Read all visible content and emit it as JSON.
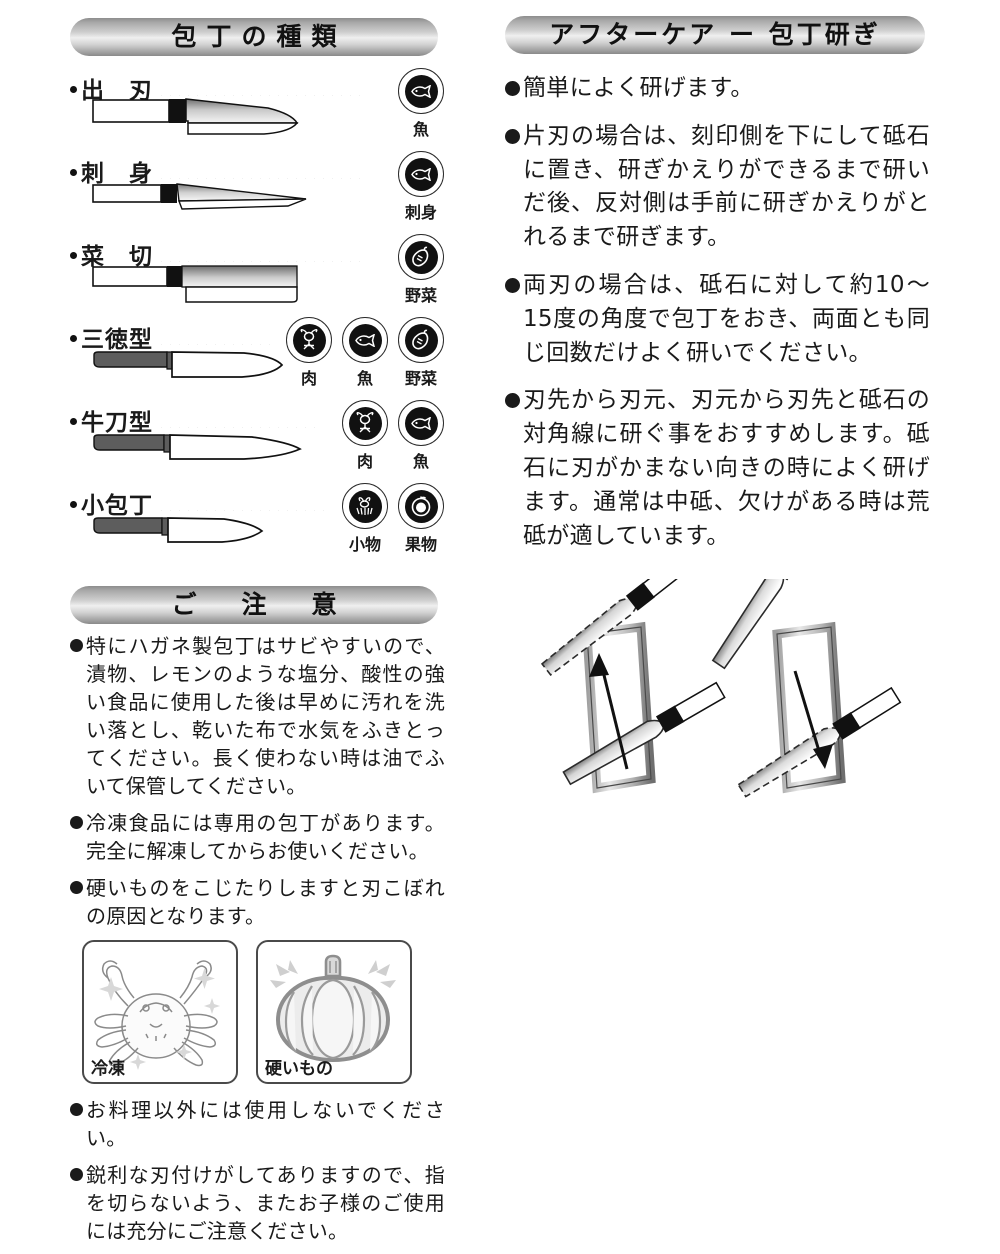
{
  "sections": {
    "knife_types": {
      "title": "包丁の種類",
      "rows": [
        {
          "name": "出　刃",
          "leader": "dotted",
          "knife_style": "deba",
          "icons": [
            {
              "icon": "fish-icon",
              "caption": "魚"
            }
          ]
        },
        {
          "name": "刺　身",
          "leader": "dotted",
          "knife_style": "sashimi",
          "icons": [
            {
              "icon": "fish-icon",
              "caption": "刺身"
            }
          ]
        },
        {
          "name": "菜　切",
          "leader": "dotted",
          "knife_style": "nakiri",
          "icons": [
            {
              "icon": "vegetable-icon",
              "caption": "野菜"
            }
          ]
        },
        {
          "name": "三徳型",
          "leader": "dotted",
          "knife_style": "santoku",
          "icons": [
            {
              "icon": "meat-icon",
              "caption": "肉"
            },
            {
              "icon": "fish-icon",
              "caption": "魚"
            },
            {
              "icon": "vegetable-icon",
              "caption": "野菜"
            }
          ]
        },
        {
          "name": "牛刀型",
          "leader": "dotted",
          "knife_style": "gyuto",
          "icons": [
            {
              "icon": "meat-icon",
              "caption": "肉"
            },
            {
              "icon": "fish-icon",
              "caption": "魚"
            }
          ]
        },
        {
          "name": "小包丁",
          "leader": "dotted",
          "knife_style": "petty",
          "icons": [
            {
              "icon": "small-items-icon",
              "caption": "小物"
            },
            {
              "icon": "fruit-icon",
              "caption": "果物"
            }
          ]
        }
      ]
    },
    "caution": {
      "title": "ご　注　意",
      "notes_top": [
        "特にハガネ製包丁はサビやすいので、漬物、レモンのような塩分、酸性の強い食品に使用した後は早めに汚れを洗い落とし、乾いた布で水気をふきとってください。長く使わない時は油でふいて保管してください。",
        "冷凍食品には専用の包丁があります。完全に解凍してからお使いください。",
        "硬いものをこじたりしますと刃こぼれの原因となります。"
      ],
      "pictures": [
        {
          "caption": "冷凍",
          "art": "crab-illustration"
        },
        {
          "caption": "硬いもの",
          "art": "pumpkin-illustration"
        }
      ],
      "notes_bottom": [
        "お料理以外には使用しないでください。",
        "鋭利な刃付けがしてありますので、指を切らないよう、またお子様のご使用には充分にご注意ください。"
      ]
    },
    "aftercare": {
      "title": "アフターケア ー 包丁研ぎ",
      "notes": [
        "簡単によく研げます。",
        "片刃の場合は、刻印側を下にして砥石に置き、研ぎかえりができるまで研いだ後、反対側は手前に研ぎかえりがとれるまで研ぎます。",
        "両刃の場合は、砥石に対して約10〜15度の角度で包丁をおき、両面とも同じ回数だけよく研いでください。",
        "刃先から刃元、刃元から刃先と砥石の対角線に研ぐ事をおすすめします。砥石に刃がかまない向きの時によく研げます。通常は中砥、欠けがある時は荒砥が適しています。"
      ],
      "diagram": {
        "name": "sharpening-stroke-diagram",
        "panels": [
          {
            "label": "upward-diagonal-stroke",
            "direction": "up"
          },
          {
            "label": "downward-diagonal-stroke",
            "direction": "down"
          }
        ]
      }
    }
  },
  "colors": {
    "ink": "#1a1a1a",
    "pill_light": "#efefef",
    "pill_dark": "#8a8a8a",
    "blade_gray": "#9a9a9a",
    "handle_dark": "#5a5a5a"
  }
}
